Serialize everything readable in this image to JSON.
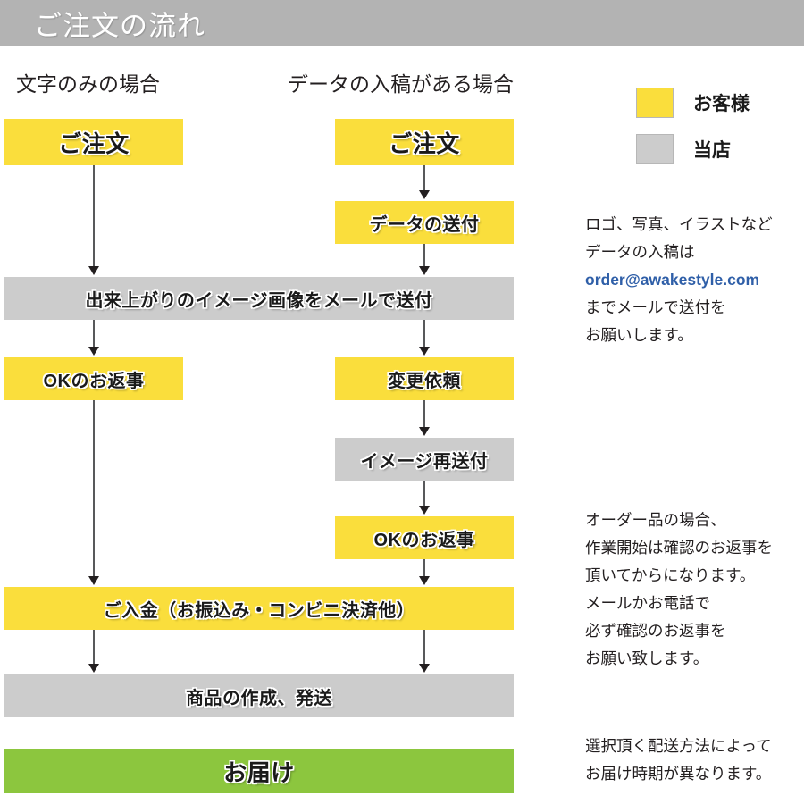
{
  "header": {
    "title": "ご注文の流れ"
  },
  "columns": {
    "left_heading": "文字のみの場合",
    "right_heading": "データの入稿がある場合"
  },
  "legend": {
    "items": [
      {
        "label": "お客様",
        "color": "#fade3c",
        "swatch": "yellow"
      },
      {
        "label": "当店",
        "color": "#cccccc",
        "swatch": "gray"
      }
    ]
  },
  "flow": {
    "left_column": [
      {
        "label": "ご注文",
        "color": "#fade3c",
        "role": "customer"
      },
      {
        "label": "OKのお返事",
        "color": "#fade3c",
        "role": "customer"
      }
    ],
    "right_column": [
      {
        "label": "ご注文",
        "color": "#fade3c",
        "role": "customer"
      },
      {
        "label": "データの送付",
        "color": "#fade3c",
        "role": "customer"
      },
      {
        "label": "変更依頼",
        "color": "#fade3c",
        "role": "customer"
      },
      {
        "label": "イメージ再送付",
        "color": "#cccccc",
        "role": "shop"
      },
      {
        "label": "OKのお返事",
        "color": "#fade3c",
        "role": "customer"
      }
    ],
    "full_width": [
      {
        "label": "出来上がりのイメージ画像をメールで送付",
        "color": "#cccccc",
        "role": "shop"
      },
      {
        "label": "ご入金（お振込み・コンビニ決済他）",
        "color": "#fade3c",
        "role": "customer"
      },
      {
        "label": "商品の作成、発送",
        "color": "#cccccc",
        "role": "shop"
      },
      {
        "label": "お届け",
        "color": "#8cc63e",
        "role": "delivery"
      }
    ]
  },
  "notes": {
    "data_submission": {
      "lines": [
        "ロゴ、写真、イラストなど",
        "データの入稿は",
        "order@awakestyle.com",
        "までメールで送付を",
        "お願いします。"
      ],
      "email": "order@awakestyle.com",
      "email_color": "#2f5fa8"
    },
    "order_confirmation": {
      "lines": [
        "オーダー品の場合、",
        "作業開始は確認のお返事を",
        "頂いてからになります。",
        "メールかお電話で",
        "必ず確認のお返事を",
        "お願い致します。"
      ]
    },
    "shipping": {
      "lines": [
        "選択頂く配送方法によって",
        "お届け時期が異なります。"
      ]
    }
  }
}
